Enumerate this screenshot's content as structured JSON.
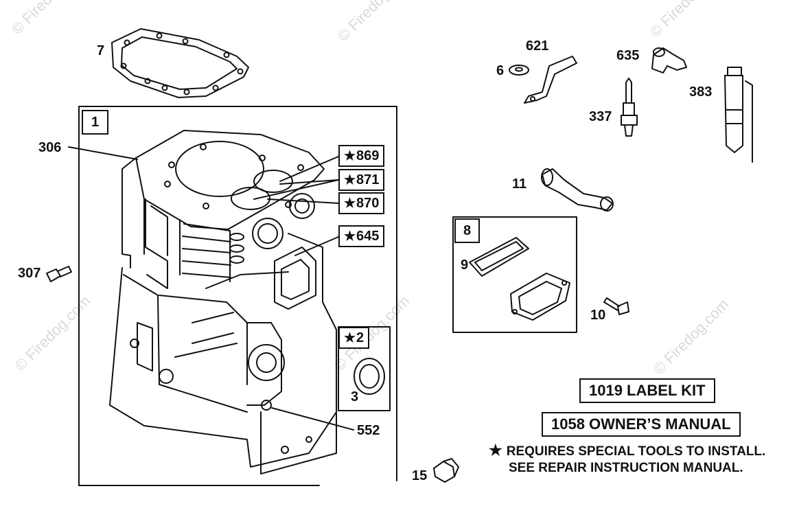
{
  "watermark": "© Firedog.com",
  "main_box": {
    "number": "1"
  },
  "callouts": {
    "gasket_head": "7",
    "cylinder_assembly": "306",
    "screw_307": "307",
    "dowel_552": "552",
    "plug_15": "15",
    "washer_6": "6",
    "bracket_621": "621",
    "boot_635": "635",
    "spark_plug_337": "337",
    "tool_383": "383",
    "tube_11": "11",
    "gasket_9": "9",
    "screw_10": "10",
    "seal_3": "3"
  },
  "starred_boxes": {
    "b869": "869",
    "b871": "871",
    "b870": "870",
    "b645": "645",
    "b2": "2"
  },
  "breather_box": {
    "number": "8"
  },
  "star_glyph": "★",
  "kits": {
    "label_kit": "1019 LABEL KIT",
    "owners_manual": "1058 OWNER’S MANUAL"
  },
  "note": {
    "line1": "REQUIRES SPECIAL TOOLS TO INSTALL.",
    "line2": "SEE REPAIR INSTRUCTION MANUAL."
  }
}
